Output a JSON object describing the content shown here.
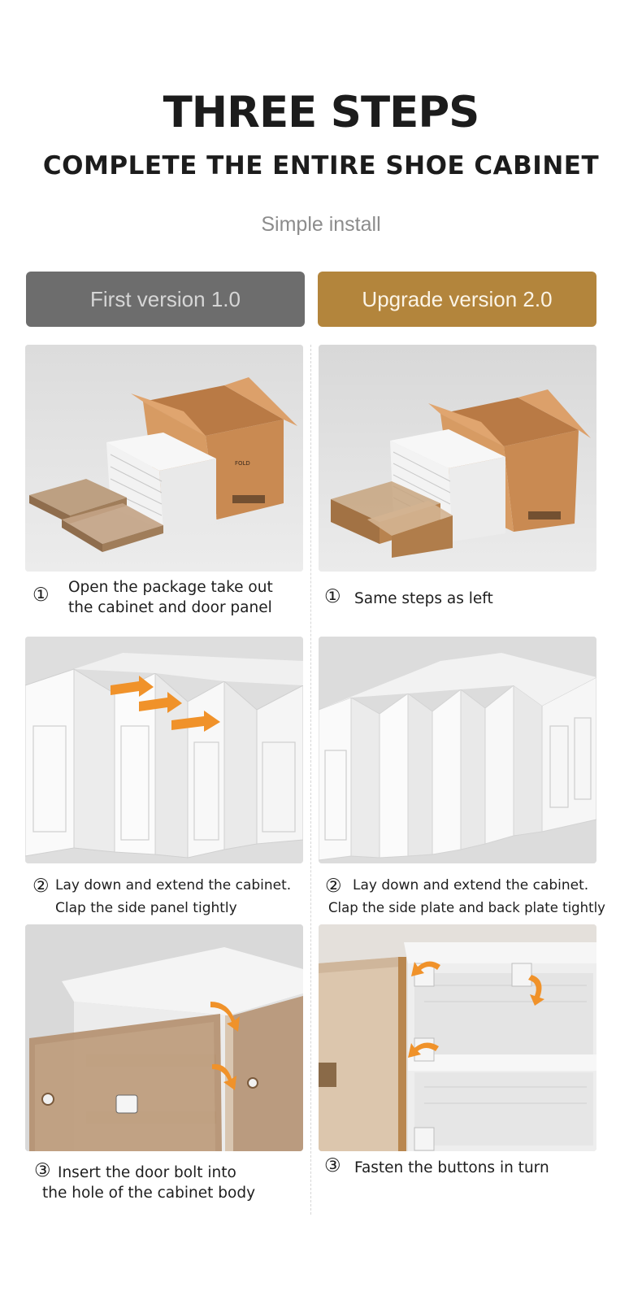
{
  "header": {
    "title": "THREE STEPS",
    "subtitle": "COMPLETE THE ENTIRE SHOE CABINET",
    "tagline": "Simple install"
  },
  "versions": {
    "v1_label": "First version 1.0",
    "v2_label": "Upgrade version 2.0"
  },
  "left": {
    "step1": {
      "num": "①",
      "line1": "Open the package take out",
      "line2": "the cabinet and door panel"
    },
    "step2": {
      "num": "②",
      "line1": "Lay down and extend the cabinet.",
      "line2": "Clap the side panel tightly"
    },
    "step3": {
      "num": "③",
      "line1": "Insert the door bolt into",
      "line2": "the hole of the cabinet body"
    }
  },
  "right": {
    "step1": {
      "num": "①",
      "line1": "Same steps as left"
    },
    "step2": {
      "num": "②",
      "line1": "Lay down and extend the cabinet.",
      "line2": "Clap  the side plate and back plate tightly"
    },
    "step3": {
      "num": "③",
      "line1": "Fasten the buttons in turn"
    }
  },
  "colors": {
    "v1_button": "#6d6d6d",
    "v2_button": "#b3853c",
    "cardboard": "#c98a52",
    "arrow": "#f0922a",
    "amber_panel": "#b08a66"
  }
}
